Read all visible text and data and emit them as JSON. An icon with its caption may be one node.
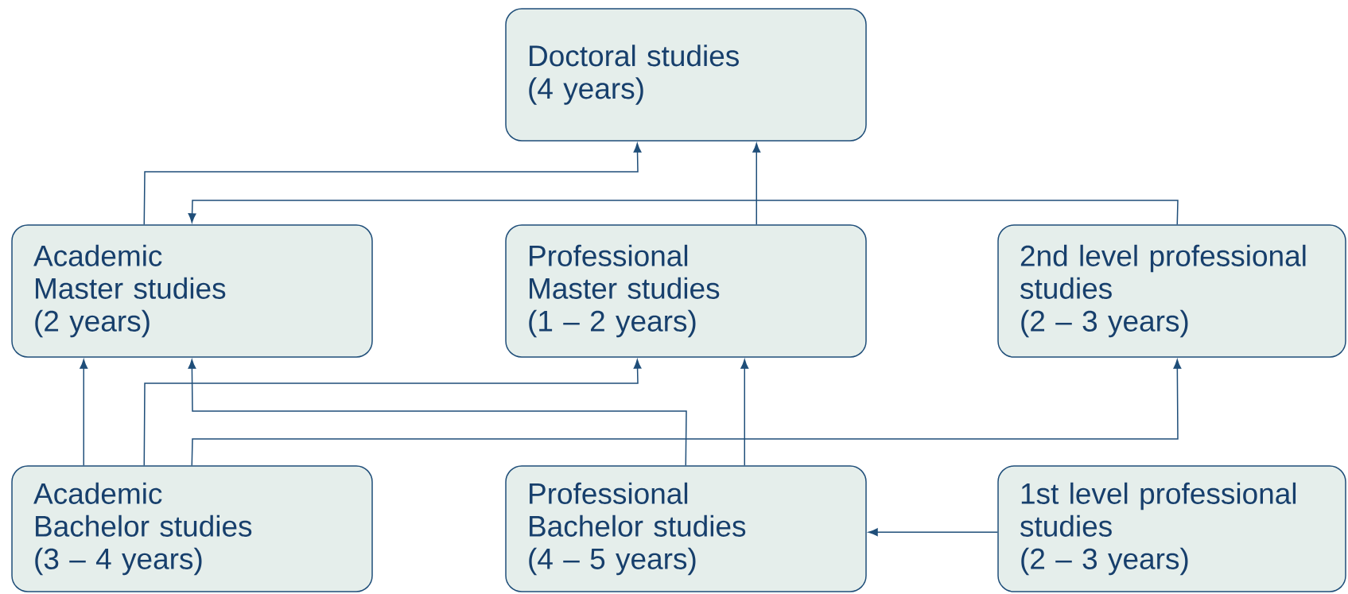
{
  "diagram": {
    "nodes": [
      {
        "text": [
          "Doctoral studies",
          "(4 years)"
        ]
      },
      {
        "text": [
          "Academic Master studies",
          "(2 years)"
        ]
      },
      {
        "text": [
          "Professional Master studies",
          "(1 – 2 years)"
        ]
      },
      {
        "text": [
          "2nd level professional studies",
          "(2 – 3 years)"
        ]
      },
      {
        "text": [
          "Academic Bachelor studies",
          "(3 – 4 years)"
        ]
      },
      {
        "text": [
          "Professional Bachelor studies",
          "(4 – 5 years)"
        ]
      },
      {
        "text": [
          "1st level professional studies",
          "(2 – 3 years)"
        ]
      }
    ],
    "edges": [
      {
        "from": 1,
        "to": 0,
        "arrow": "to"
      },
      {
        "from": 2,
        "to": 0,
        "arrow": "to"
      },
      {
        "from": 3,
        "to": 1,
        "arrow": "to"
      },
      {
        "from": 4,
        "to": 1,
        "arrow": "to"
      },
      {
        "from": 4,
        "to": 2,
        "arrow": "to"
      },
      {
        "from": 5,
        "to": 1,
        "arrow": "to"
      },
      {
        "from": 5,
        "to": 2,
        "arrow": "to"
      },
      {
        "from": 4,
        "to": 3,
        "arrow": "to"
      },
      {
        "from": 6,
        "to": 5,
        "arrow": "to"
      }
    ]
  }
}
